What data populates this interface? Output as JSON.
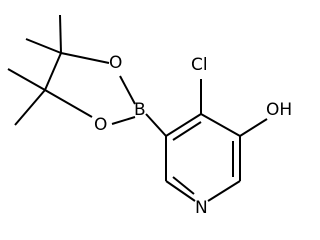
{
  "molecule": {
    "atoms": {
      "oxygen_upper": "O",
      "oxygen_lower": "O",
      "boron": "B",
      "chlorine": "Cl",
      "hydroxyl": "OH",
      "nitrogen": "N"
    }
  }
}
